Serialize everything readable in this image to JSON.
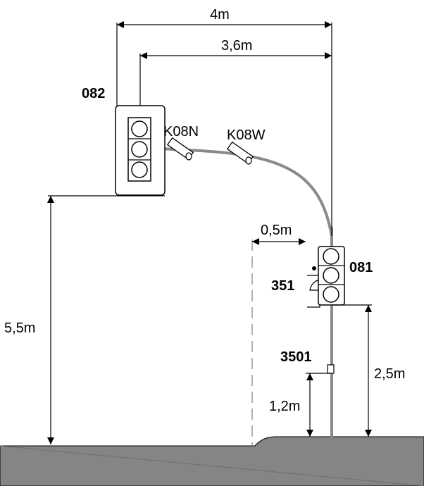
{
  "dimensions": {
    "span_total": "4m",
    "span_arm": "3,6m",
    "height_main": "5,5m",
    "offset": "0,5m",
    "height_secondary": "2,5m",
    "height_button": "1,2m"
  },
  "labels": {
    "signal_overhead": "082",
    "signal_pole": "081",
    "signal_auxiliary": "351",
    "push_button": "3501",
    "camera_north": "K08N",
    "camera_west": "K08W"
  },
  "colors": {
    "ground": "#858585",
    "arm": "#8a8a8a",
    "line": "#000000",
    "dashed": "#9a9a9a"
  }
}
